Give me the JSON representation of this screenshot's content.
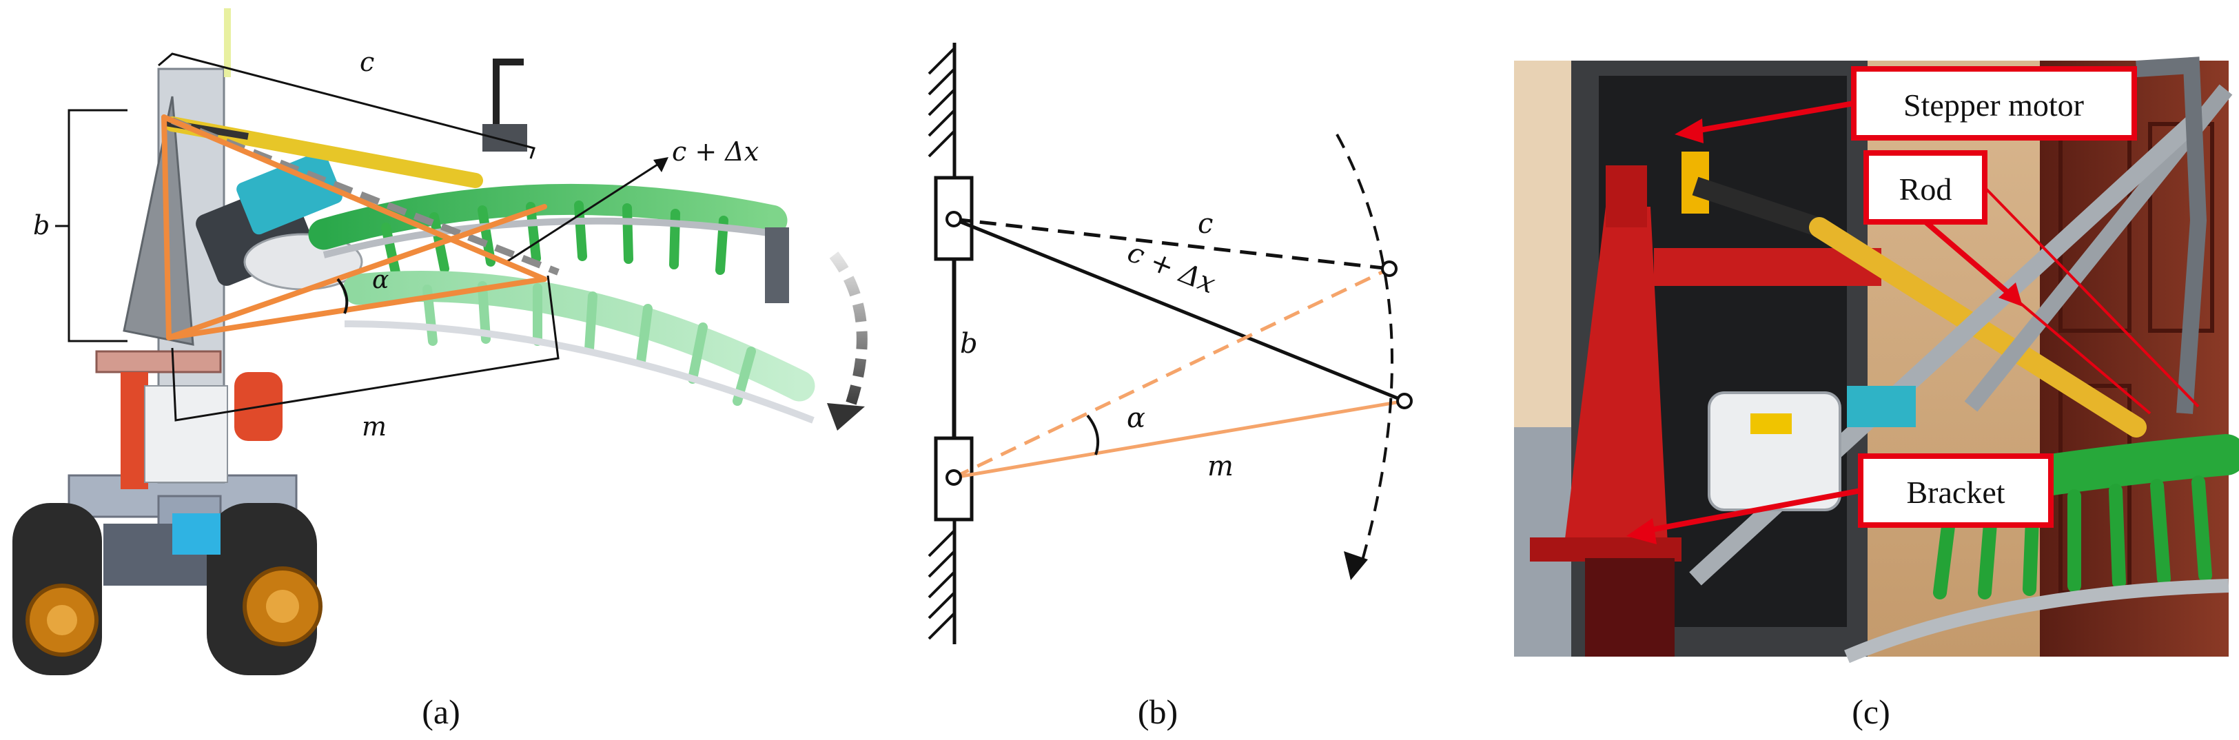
{
  "panel_a": {
    "caption": "(a)",
    "labels": {
      "c": "c",
      "c_dx": "c + Δx",
      "b": "b",
      "alpha": "α",
      "m": "m"
    }
  },
  "panel_b": {
    "caption": "(b)",
    "labels": {
      "c": "c",
      "c_dx": "c + Δx",
      "b": "b",
      "alpha": "α",
      "m": "m"
    }
  },
  "panel_c": {
    "caption": "(c)",
    "callouts": {
      "motor": "Stepper motor",
      "rod": "Rod",
      "bracket": "Bracket"
    }
  },
  "colors": {
    "orange": "#f08a3c",
    "orange_light": "#f5a46a",
    "green": "#2fae3f",
    "yellow": "#e7c628",
    "red": "#d81e1e",
    "callout_red": "#e60012"
  }
}
